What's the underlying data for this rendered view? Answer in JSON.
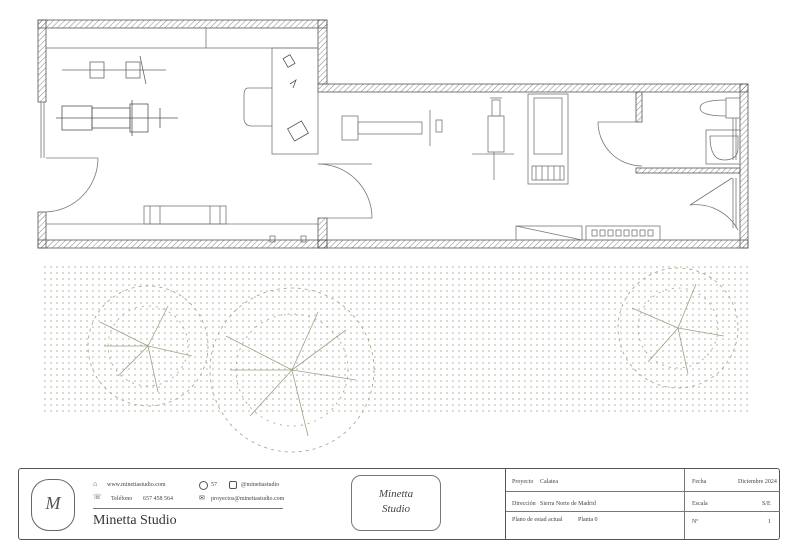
{
  "studio": {
    "name": "Minetta Studio",
    "monogram": "M",
    "logo_line1": "Minetta",
    "logo_line2": "Studio",
    "website": "www.minettastudio.com",
    "phone_label": "Teléfono",
    "phone": "657 458 564",
    "pinterest_count": "57",
    "instagram": "@minettastudio",
    "email": "proyectos@minettastudio.com"
  },
  "project": {
    "project_label": "Proyecto",
    "project_value": "Calatea",
    "address_label": "Dirección",
    "address_value": "Sierra Norte de Madrid",
    "plan_label": "Plano de estad actual",
    "plan_value": "Planta 0",
    "date_label": "Fecha",
    "date_value": "Diciembre 2024",
    "scale_label": "Escala",
    "scale_value": "S/E",
    "number_label": "Nº",
    "number_value": "1"
  },
  "colors": {
    "walls": "#555555",
    "trees": "#9aa486",
    "dots": "#aab28f",
    "frame": "#555555"
  },
  "icons": [
    "home-icon",
    "phone-icon",
    "pinterest-icon",
    "mail-icon",
    "instagram-icon"
  ]
}
